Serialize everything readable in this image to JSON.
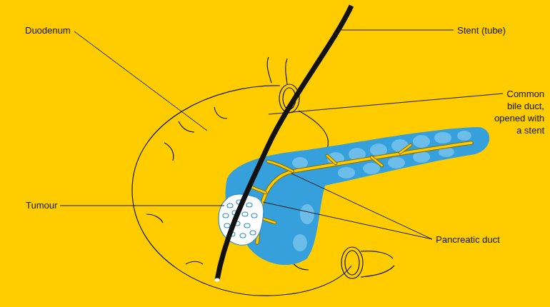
{
  "diagram": {
    "labels": [
      "Stent (tube)",
      "Duodenum",
      "Common bile duct, opened with a stent",
      "Tumour",
      "Pancreatic duct"
    ]
  }
}
